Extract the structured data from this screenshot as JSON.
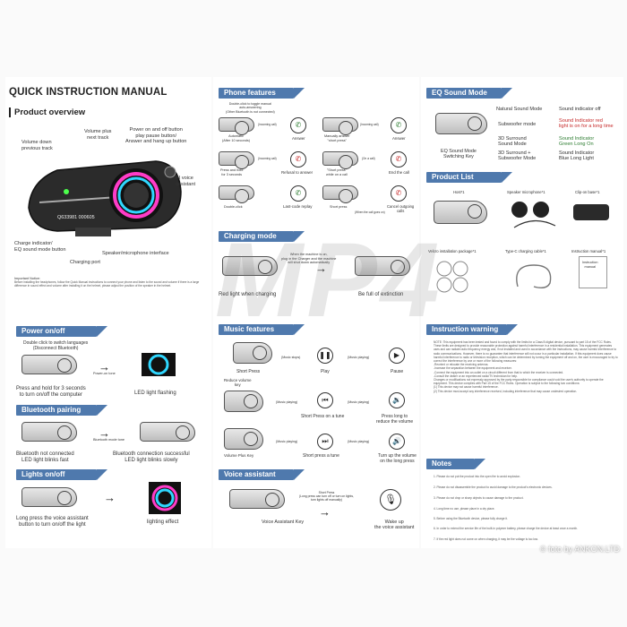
{
  "title": "QUICK INSTRUCTION MANUAL",
  "overview": {
    "heading": "Product overview",
    "labels": {
      "volume_down": "Volume down\nprevious track",
      "volume_plus": "Volume plus\nnext track",
      "power": "Power on and off button\nplay pause button/\nAnswer and hang up button",
      "ai_voice": "AI voice\nassistant",
      "charge_ind": "Charge indicator/\nEQ sound mode button",
      "speaker": "Speaker/microphone interface",
      "charging_port": "Charging port",
      "serial": "Q633981 000605"
    },
    "notice_title": "Important Notice:",
    "notice_text": "Before installing the headphones, follow the Quick Manual instructions to connect your phone and listen to the sound and volume if there is a large difference in sound effect and volume after installing it on the helmet, please adjust the position of the speaker in the helmet."
  },
  "power": {
    "heading": "Power on/off",
    "caption_top": "Double click to switch languages\n(Disconnect Bluetooth)",
    "tone": "Power-on tone",
    "left": "Press and hold for 3 seconds\nto turn on/off the computer",
    "right": "LED light flashing"
  },
  "bluetooth": {
    "heading": "Bluetooth pairing",
    "tone": "Bluetooth mode tone",
    "left": "Bluetooth not connected\nLED light blinks fast",
    "right": "Bluetooth connection successful\nLED light blinks slowly"
  },
  "lights": {
    "heading": "Lights on/off",
    "left": "Long press the voice assistant\nbutton to turn on/off the light",
    "right": "lighting effect"
  },
  "phone": {
    "heading": "Phone features",
    "top_note": "Double-click to toggle manual\nauto-answering\n(Other Bluetooth is not connected)",
    "rows": [
      {
        "l1": "Automatic\n(After 10 seconds)",
        "m1": "(Incoming call)",
        "r1": "Answer",
        "l2": "Manually answer\n\"short press\"",
        "m2": "(Incoming call)",
        "r2": "Answer"
      },
      {
        "l1": "Press and hold\nfor 3 seconds",
        "m1": "(Incoming call)",
        "r1": "Refusal to answer",
        "l2": "\"Short press\"\nwhile on a call",
        "m2": "(On a call)",
        "r2": "End the call"
      },
      {
        "l1": "Double-click",
        "m1": "",
        "r1": "Last-code replay",
        "l2": "Short press",
        "m2": "(When the call goes on)",
        "r2": "Cancel outgoing\ncalls"
      }
    ]
  },
  "charging": {
    "heading": "Charging mode",
    "note": "When the machine is on,\nplug in the Charger and the machine\nwill shut down automatically",
    "left": "Red light when charging",
    "right": "Be full of extinction"
  },
  "music": {
    "heading": "Music features",
    "r1": {
      "left": "Short Press",
      "m1": "(Music stops)",
      "mid": "Play",
      "m2": "(Music playing)",
      "right": "Pause"
    },
    "r2": {
      "left": "Reduce volume\nkey",
      "m1": "(Music playing)",
      "mid": "Short Press on a tune",
      "m2": "(Music playing)",
      "right": "Press long to\nreduce the volume"
    },
    "r3": {
      "left": "Volume Plus Key",
      "m1": "(Music playing)",
      "mid": "Short press a tune",
      "m2": "(Music playing)",
      "right": "Turn up the volume\non the long press"
    }
  },
  "voice": {
    "heading": "Voice assistant",
    "note": "Short Press\n(Long press can turn off or turn on lights,\nturn lights off manually)",
    "left": "Voice Assistant Key",
    "right": "Wake up\nthe voice assistant"
  },
  "eq": {
    "heading": "EQ Sound Mode",
    "switch_key": "EQ Sound Mode\nSwitching Key",
    "modes": [
      {
        "mode": "Natural Sound Mode",
        "ind": "Sound indicator off",
        "color": ""
      },
      {
        "mode": "Subwoofer mode",
        "ind": "Sound Indicator red\nlight is on for a long time",
        "color": "#c62828"
      },
      {
        "mode": "3D Surround\nSound Mode",
        "ind": "Sound Indicator\nGreen Long On",
        "color": "#2e7d32"
      },
      {
        "mode": "3D Surround +\nSubwoofer Mode",
        "ind": "Sound Indicator\nBlue Long Light",
        "color": ""
      }
    ]
  },
  "products": {
    "heading": "Product List",
    "items": [
      "Host*1",
      "Speaker microphone*1",
      "Clip-on base*1",
      "Velcro installation package*1",
      "Type-C charging cable*1",
      "Instruction manual*1"
    ],
    "manual_label": "Instruction\nmanual"
  },
  "warning": {
    "heading": "Instruction warning",
    "text": "NOTE: This equipment has been tested and found to comply with the limits for a Class B digital device, pursuant to part 15 of the FCC Rules. These limits are designed to provide reasonable protection against harmful interference in a residential installation. This equipment generates uses and can radiate radio frequency energy and, if not installed and used in accordance with the instructions, may cause harmful interference to radio communications. However, there is no guarantee that interference will not occur in a particular installation. If this equipment does cause harmful interference to radio or television reception, which can be determined by turning the equipment off and on, the user is encouraged to try to correct the interference by one or more of the following measures:\n-Reorient or relocate the receiving antenna.\n-Increase the separation between the equipment and receiver.\n-Connect the equipment into an outlet on a circuit different from that to which the receiver is connected.\n-Consult the dealer or an experienced radio/TV technician for help.\nChanges or modifications not expressly approved by the party responsible for compliance could void the user's authority to operate the equipment. This device complies with Part 15 of the FCC Rules. Operation is subject to the following two conditions:\n(1) This device may not cause harmful interference.\n(2) This device must accept any interference received, including interference that may cause undesired operation."
  },
  "notes": {
    "heading": "Notes",
    "items": [
      "1. Please do not put the product into the open fire to avoid explosion.",
      "2. Please do not disassemble the product to avoid damage to the product's electronic devices.",
      "3. Please do not drop or sharp objects to cause damage to the product.",
      "4. Long time no use, please place in a dry place.",
      "5. Before using the Bluetooth device, please fully charge it.",
      "6. In order to extend the service life of the built-in polymer battery, please charge the device at least once a month.",
      "7. If the red light does not come on when charging, it may be the voltage is too low."
    ]
  },
  "watermark": "MP4",
  "credit": "© foto by ANKON.LTD",
  "colors": {
    "bar": "#4f79ad",
    "red": "#c62828",
    "green": "#2e7d32"
  }
}
